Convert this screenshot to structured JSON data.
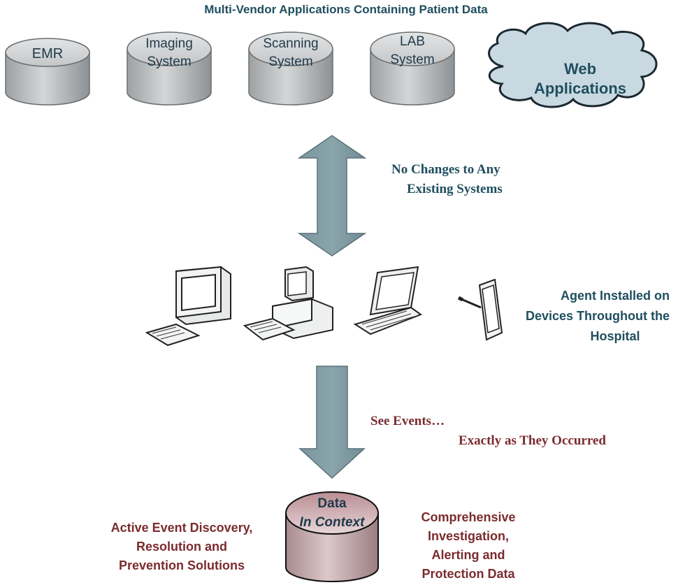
{
  "header": {
    "title_fragment": "",
    "subtitle": "Multi-Vendor Applications Containing Patient Data"
  },
  "systems": [
    {
      "name": "EMR"
    },
    {
      "name": "Imaging\nSystem"
    },
    {
      "name": "Scanning\nSystem"
    },
    {
      "name": "LAB\nSystem"
    }
  ],
  "web_apps": {
    "label_line1": "Web",
    "label_line2": "Applications"
  },
  "arrow_up_note": {
    "line1": "No Changes to Any",
    "line2": "Existing Systems"
  },
  "agent_note": {
    "line1": "Agent Installed on",
    "line2": "Devices Throughout the",
    "line3": "Hospital"
  },
  "devices": [
    {
      "icon": "desktop-computer-icon"
    },
    {
      "icon": "workstation-computer-icon"
    },
    {
      "icon": "laptop-icon"
    },
    {
      "icon": "tablet-icon"
    }
  ],
  "events_note": {
    "line1": "See Events…",
    "line2": "Exactly as They Occurred"
  },
  "data_cylinder": {
    "line1": "Data",
    "line2": "In Context"
  },
  "left_note": {
    "line1": "Active Event Discovery,",
    "line2": "Resolution and",
    "line3": "Prevention Solutions"
  },
  "right_note": {
    "line1": "Comprehensive",
    "line2": "Investigation,",
    "line3": "Alerting and",
    "line4": "Protection Data"
  },
  "colors": {
    "cylinder_fill": "#c7c9ca",
    "cylinder_top": "#d9dbdc",
    "cloud_fill": "#c8d8e0",
    "arrow_fill": "#7f9aa2",
    "data_fill": "#c9a7ac",
    "teal_text": "#1f4e5f",
    "maroon_text": "#7b2b2e"
  }
}
